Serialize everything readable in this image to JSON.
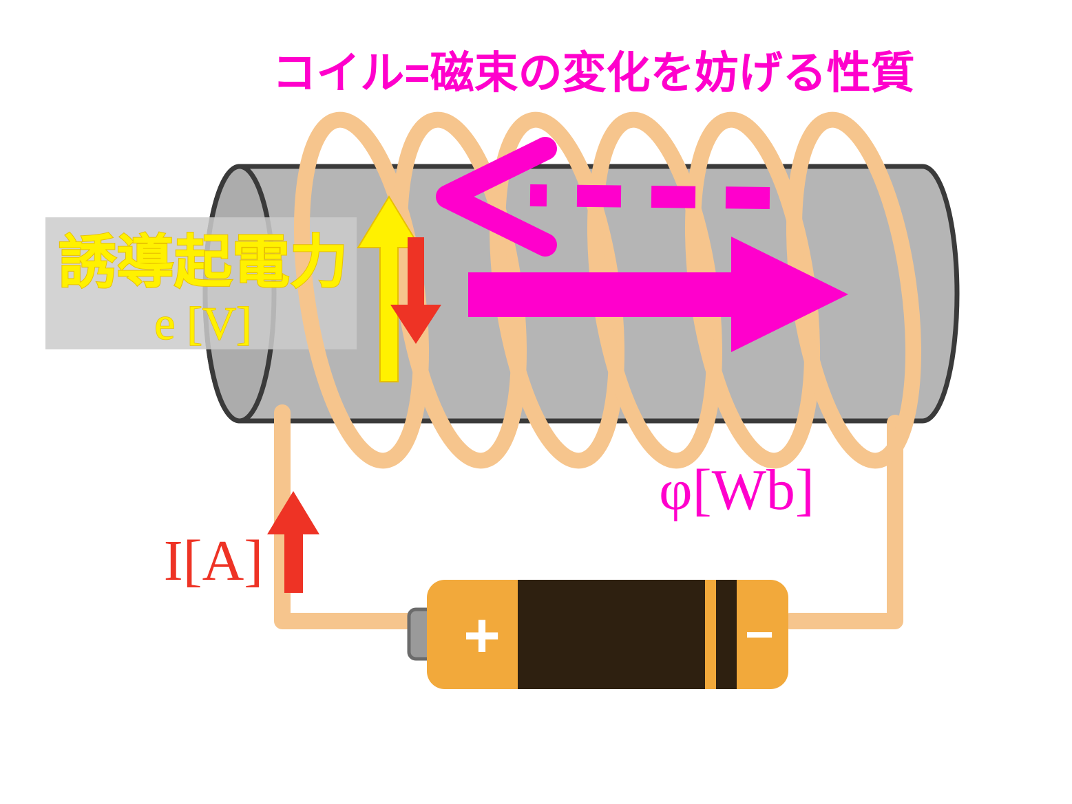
{
  "title": "コイル=磁束の変化を妨げる性質",
  "labels": {
    "emf_name": "誘導起電力",
    "emf_symbol": "e [V]",
    "flux_symbol": "φ[Wb]",
    "current_symbol": "I[A]"
  },
  "battery": {
    "plus": "+",
    "minus": "−"
  },
  "colors": {
    "title_magenta": "#FF00CC",
    "flux_magenta": "#FF00CC",
    "emf_yellow": "#FFF100",
    "current_red": "#EE3325",
    "coil_orange": "#F6C58D",
    "cylinder_gray": "#B5B5B5",
    "cylinder_outline": "#3A3A3A",
    "label_box_gray": "#CBCBCB",
    "battery_orange": "#F2A93B",
    "battery_dark": "#2E2010",
    "battery_terminal_gray": "#9A9A9A",
    "background": "#FFFFFF"
  }
}
